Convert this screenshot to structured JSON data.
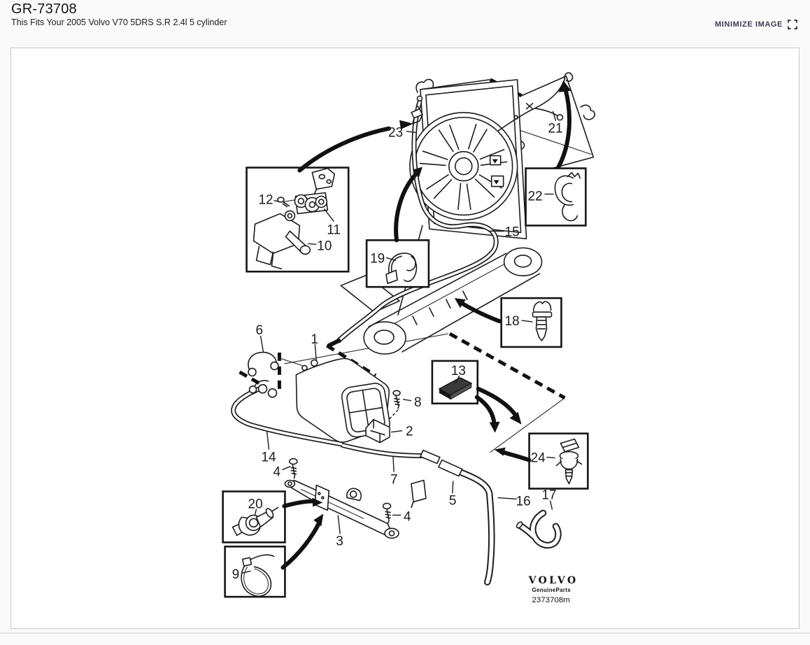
{
  "header": {
    "part_group": "GR-73708",
    "fitment": "This Fits Your 2005 Volvo V70 5DRS S.R 2.4l 5 cylinder",
    "minimize_label": "MINIMIZE IMAGE"
  },
  "diagram": {
    "brand": "VOLVO",
    "brand_sub": "GenuineParts",
    "drawing_number": "2373708m",
    "callouts": [
      "23",
      "21",
      "22",
      "15",
      "12",
      "11",
      "10",
      "19",
      "18",
      "6",
      "1",
      "13",
      "8",
      "2",
      "14",
      "4",
      "7",
      "5",
      "24",
      "16",
      "17",
      "20",
      "4",
      "3",
      "9"
    ]
  },
  "colors": {
    "background": "#fafafa",
    "panel_border": "#c9c9c9",
    "ink": "#1c1c1c",
    "minimize_text": "#3b3b52"
  }
}
